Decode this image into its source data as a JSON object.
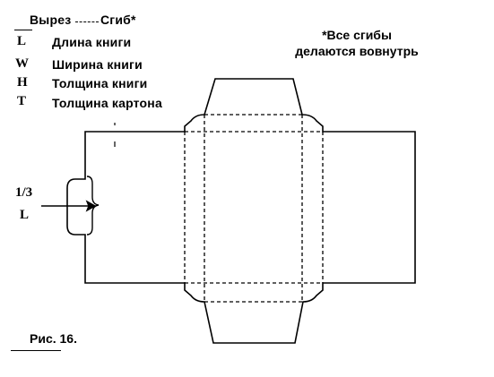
{
  "legend": {
    "cut_label": "Вырез",
    "fold_label": "Сгиб*",
    "items": [
      {
        "key": "L",
        "text": "Длина книги"
      },
      {
        "key": "W",
        "text": "Ширина книги"
      },
      {
        "key": "H",
        "text": "Толщина книги"
      },
      {
        "key": "T",
        "text": "Толщина картона"
      }
    ]
  },
  "note": {
    "line1": "*Все сгибы",
    "line2": "делаются вовнутрь"
  },
  "ratio": {
    "fraction": "1/3",
    "letter": "L"
  },
  "figure_caption": "Рис. 16."
}
